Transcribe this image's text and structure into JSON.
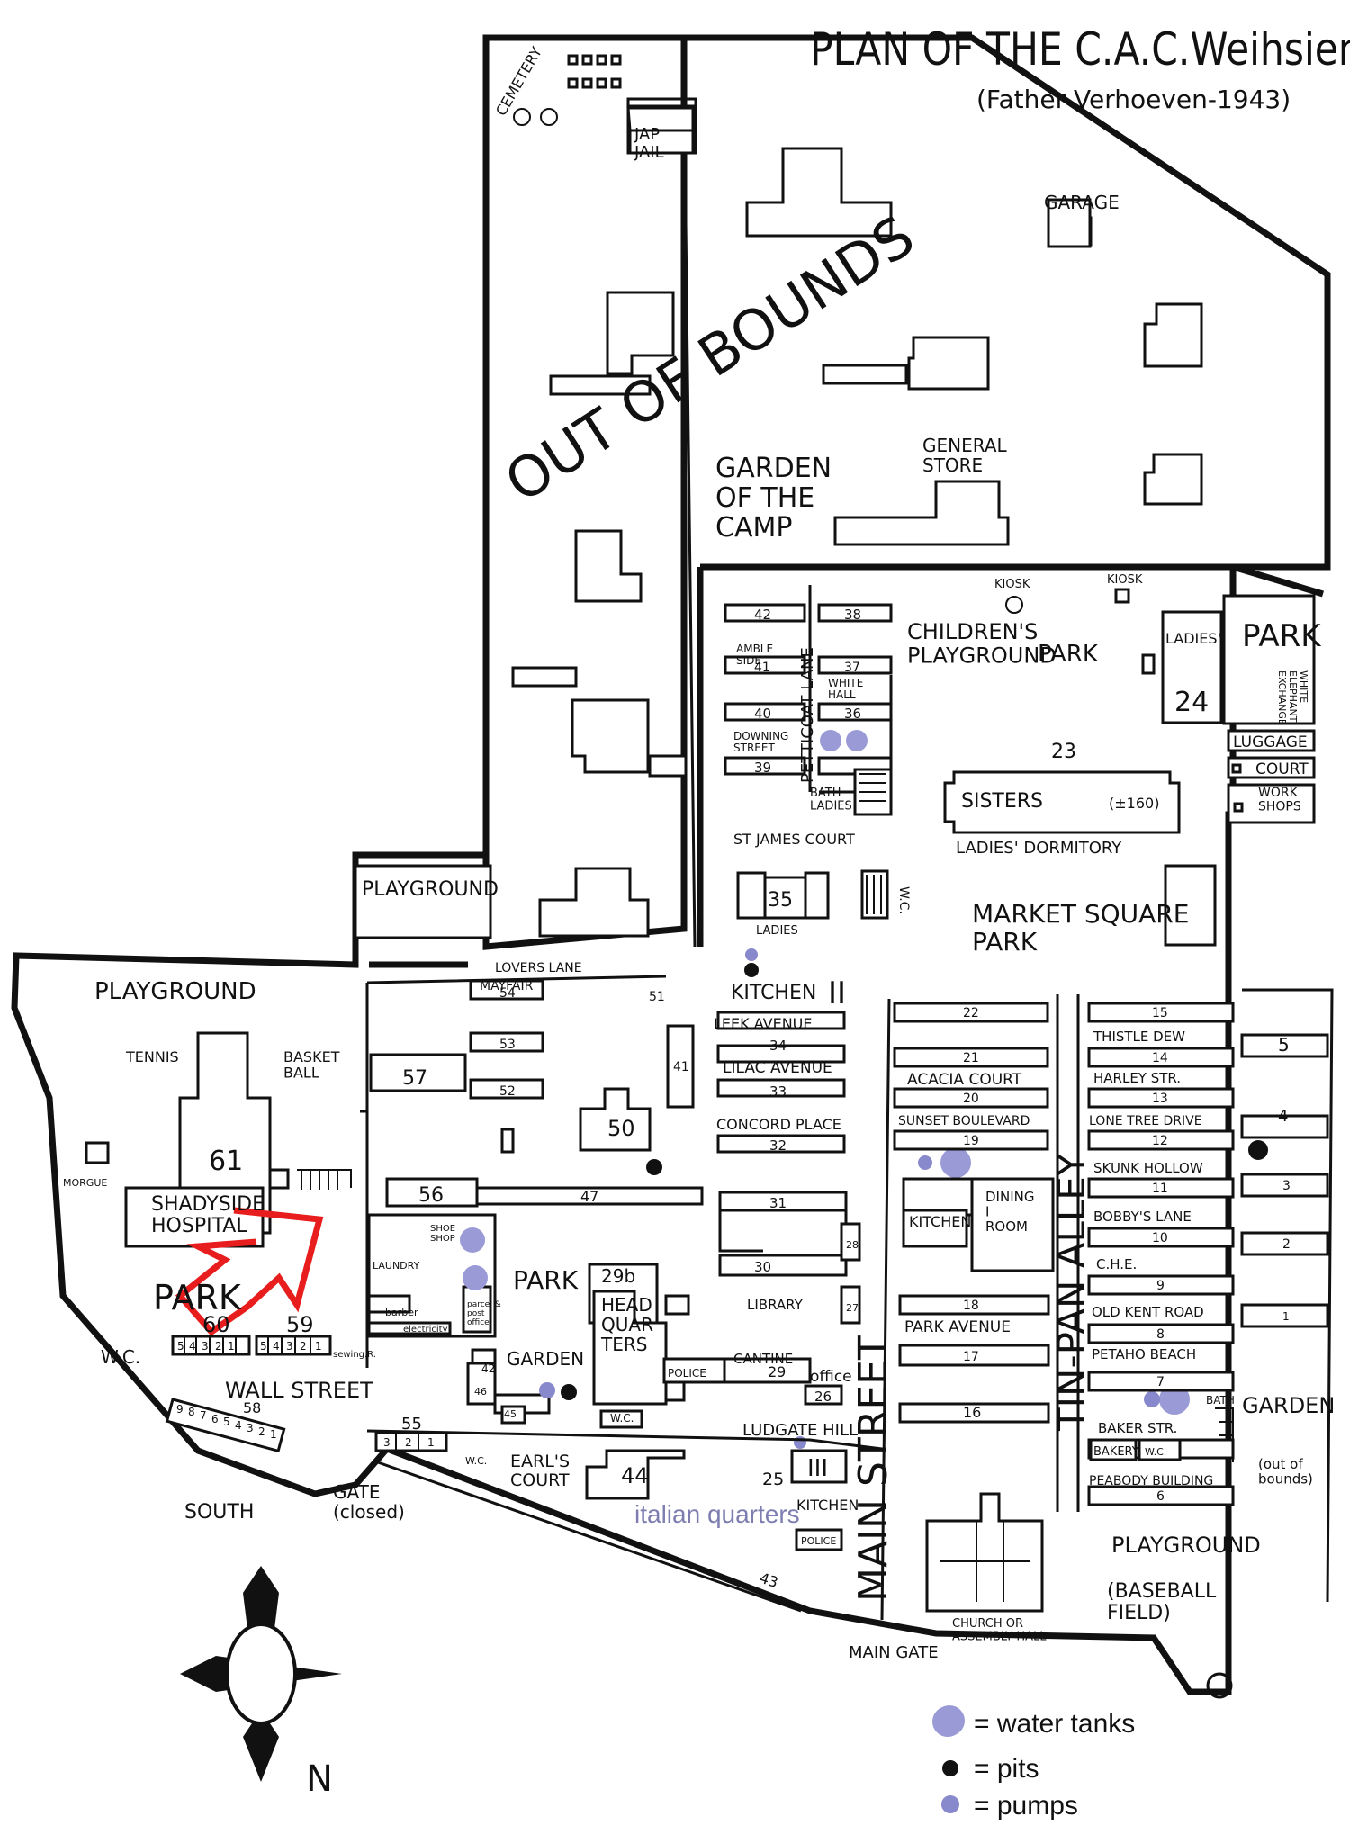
{
  "title": "PLAN OF THE C.A.C.Weihsien",
  "subtitle": "(Father Verhoeven-1943)",
  "colors": {
    "water_tank": "#9a9ad6",
    "pit": "#111111",
    "pump": "#8888cc",
    "route": "#e81e1e",
    "ink": "#111111",
    "italian": "#7d7db0"
  },
  "labels": {
    "cemetery": "CEMETERY",
    "jap_jail": "JAP\nJAIL",
    "garage": "GARAGE",
    "out_of_bounds": "OUT OF BOUNDS",
    "garden_camp": "GARDEN\nOF THE\nCAMP",
    "general_store": "GENERAL\nSTORE",
    "playground_nw": "PLAYGROUND",
    "playground_w": "PLAYGROUND",
    "tennis": "TENNIS",
    "basketball": "BASKET\nBALL",
    "morgue": "MORGUE",
    "shadyside": "SHADYSIDE\nHOSPITAL",
    "park_w": "PARK",
    "wc_w": "W.C.",
    "wall_street": "WALL STREET",
    "south": "SOUTH",
    "gate_closed": "GATE\n(closed)",
    "north": "N",
    "lovers_lane": "LOVERS LANE",
    "mayfair": "MAYFAIR",
    "kitchen2": "KITCHEN",
    "kitchen2_num": "II",
    "leek_avenue": "LEEK AVENUE",
    "lilac_avenue": "LILAC AVENUE",
    "concord_place": "CONCORD PLACE",
    "petticoat_lane": "PETTICOAT LANE",
    "ambleside": "AMBLE\nSIDE",
    "white_hall": "WHITE\nHALL",
    "downing_street": "DOWNING\nSTREET",
    "bath_ladies": "BATH\nLADIES",
    "st_james": "ST JAMES COURT",
    "ladies_35": "LADIES",
    "wc_35": "W.C.",
    "childrens_playground": "CHILDREN'S\nPLAYGROUND",
    "park_children": "PARK",
    "kiosk1": "KIOSK",
    "kiosk2": "KIOSK",
    "ladies_24": "LADIES'",
    "park_ne": "PARK",
    "white_elephant": "WHITE\nELEPHANT\nEXCHANGE",
    "luggage": "LUGGAGE",
    "court": "COURT",
    "workshops": "WORK\nSHOPS",
    "sisters": "SISTERS",
    "sisters_count": "(±160)",
    "ladies_dormitory": "LADIES' DORMITORY",
    "market_square": "MARKET SQUARE\nPARK",
    "main_street": "MAIN STREET",
    "tin_pan_alley": "TIN-PAN ALLEY",
    "acacia_court": "ACACIA COURT",
    "sunset_blvd": "SUNSET BOULEVARD",
    "thistle_dew": "THISTLE DEW",
    "harley_str": "HARLEY STR.",
    "lone_tree": "LONE TREE DRIVE",
    "skunk_hollow": "SKUNK HOLLOW",
    "bobbys_lane": "BOBBY'S LANE",
    "che": "C.H.E.",
    "old_kent": "OLD KENT ROAD",
    "petaho": "PETAHO BEACH",
    "baker_str": "BAKER STR.",
    "bakery": "BAKERY",
    "wc_baker": "W.C.",
    "bath_baker": "BATH",
    "peabody": "PEABODY BUILDING",
    "garden_e": "GARDEN",
    "out_of_bounds_small": "(out of\nbounds)",
    "playground_e": "PLAYGROUND",
    "baseball": "(BASEBALL\nFIELD)",
    "kitchen1": "KITCHEN",
    "dining_room": "DINING\nI\nROOM",
    "park_avenue": "PARK AVENUE",
    "library": "LIBRARY",
    "cantine": "CANTINE",
    "office": "office",
    "police1": "POLICE",
    "police2": "POLICE",
    "hq": "HEAD\nQUAR\nTERS",
    "wc_hq": "W.C.",
    "park_c": "PARK",
    "garden_c": "GARDEN",
    "shop": "SHOE\nSHOP",
    "laundry": "LAUNDRY",
    "barber": "barber",
    "electricity": "electricity",
    "parcel": "parcel &\npost\noffice",
    "sewing": "sewing.R.",
    "ludgate": "LUDGATE HILL",
    "kitchen3": "KITCHEN",
    "kitchen3_num": "III",
    "earls_court": "EARL'S\nCOURT",
    "wc_earls": "W.C.",
    "italian_quarters": "italian quarters",
    "police3": "POLICE",
    "church": "CHURCH OR\nASSEMBLY HALL",
    "main_gate": "MAIN GATE"
  },
  "numbers": {
    "b42": "42",
    "b38": "38",
    "b41": "41",
    "b37": "37",
    "b40": "40",
    "b36": "36",
    "b39": "39",
    "b35": "35",
    "b24": "24",
    "b23": "23",
    "b61": "61",
    "b60": "60",
    "b59": "59",
    "b58": "58",
    "b57": "57",
    "b56": "56",
    "b55": "55",
    "b54": "54",
    "b53": "53",
    "b52": "52",
    "b51": "51",
    "b50": "50",
    "b47": "47",
    "b46": "46",
    "b45": "45",
    "b44": "44",
    "b43": "43",
    "b41c": "41",
    "b34": "34",
    "b33": "33",
    "b32": "32",
    "b31": "31",
    "b30": "30",
    "b29b": "29b",
    "b29": "29",
    "b28": "28",
    "b27": "27",
    "b26": "26",
    "b25": "25",
    "b22": "22",
    "b21": "21",
    "b20": "20",
    "b19": "19",
    "b18": "18",
    "b17": "17",
    "b16": "16",
    "b15": "15",
    "b14": "14",
    "b13": "13",
    "b12": "12",
    "b11": "11",
    "b10": "10",
    "b9": "9",
    "b8": "8",
    "b7": "7",
    "b6": "6",
    "b5": "5",
    "b4": "4",
    "b3": "3",
    "b2": "2",
    "b1": "1",
    "b42b": "42"
  },
  "room_digits": {
    "r60": [
      "5",
      "4",
      "3",
      "2",
      "1"
    ],
    "r59": [
      "5",
      "4",
      "3",
      "2",
      "1"
    ],
    "r58": [
      "9",
      "8",
      "7",
      "6",
      "5",
      "4",
      "3",
      "2",
      "1"
    ],
    "r55": [
      "3",
      "2",
      "1"
    ]
  },
  "legend": {
    "water_tanks": "= water tanks",
    "pits": "= pits",
    "pumps": "= pumps"
  }
}
